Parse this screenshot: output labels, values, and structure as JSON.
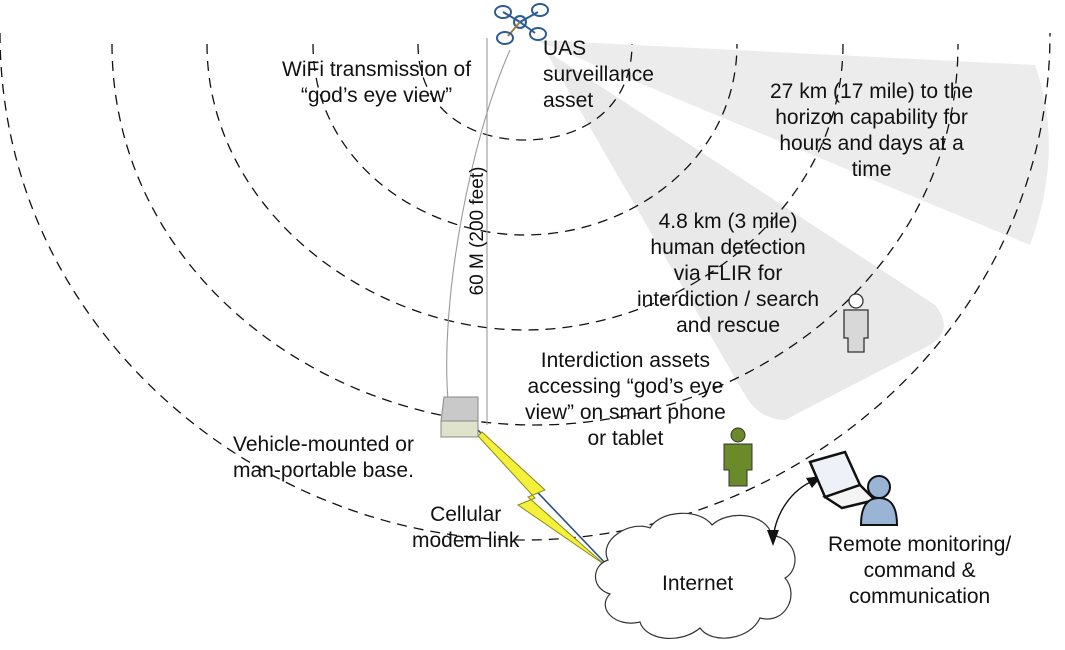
{
  "diagram": {
    "title": "UAS surveillance system concept",
    "colors": {
      "beam": "#ececec",
      "lightning": "#f5f03a",
      "base_top": "#c9c9c9",
      "base_bottom": "#dfe3cc",
      "detected_person": "#d8d8d8",
      "interdiction_person": "#6b8a2a",
      "remote_user": "#9ab4d6",
      "drone": "#2c5c94"
    },
    "labels": {
      "uas": [
        "UAS",
        "surveillance",
        "asset"
      ],
      "wifi": [
        "WiFi transmission of",
        "“god’s eye view”"
      ],
      "altitude": "60 M (200 feet)",
      "horizon": [
        "27 km (17 mile) to the",
        "horizon capability for",
        "hours and days at a",
        "time"
      ],
      "flir": [
        "4.8 km (3 mile)",
        "human detection",
        "via FLIR for",
        "interdiction / search",
        "and rescue"
      ],
      "interdiction": [
        "Interdiction assets",
        "accessing “god’s eye",
        "view” on smart phone",
        "or tablet"
      ],
      "base": [
        "Vehicle-mounted or",
        "man-portable base."
      ],
      "cellular": [
        "Cellular",
        "modem link"
      ],
      "internet": "Internet",
      "remote": [
        "Remote monitoring/",
        "command &",
        "communication"
      ]
    },
    "nodes": [
      {
        "id": "uas",
        "icon": "quadcopter-drone-icon"
      },
      {
        "id": "base",
        "icon": "base-station-box-icon"
      },
      {
        "id": "internet",
        "icon": "cloud-icon"
      },
      {
        "id": "remote",
        "icon": "laptop-user-icon"
      },
      {
        "id": "detected",
        "icon": "person-outline-icon"
      },
      {
        "id": "interdiction",
        "icon": "person-green-icon"
      }
    ],
    "links": [
      {
        "from": "uas",
        "to": "base",
        "kind": "tether / wifi"
      },
      {
        "from": "base",
        "to": "internet",
        "kind": "cellular modem link"
      },
      {
        "from": "remote",
        "to": "internet",
        "kind": "bidirectional"
      }
    ],
    "range_rings": 5
  }
}
